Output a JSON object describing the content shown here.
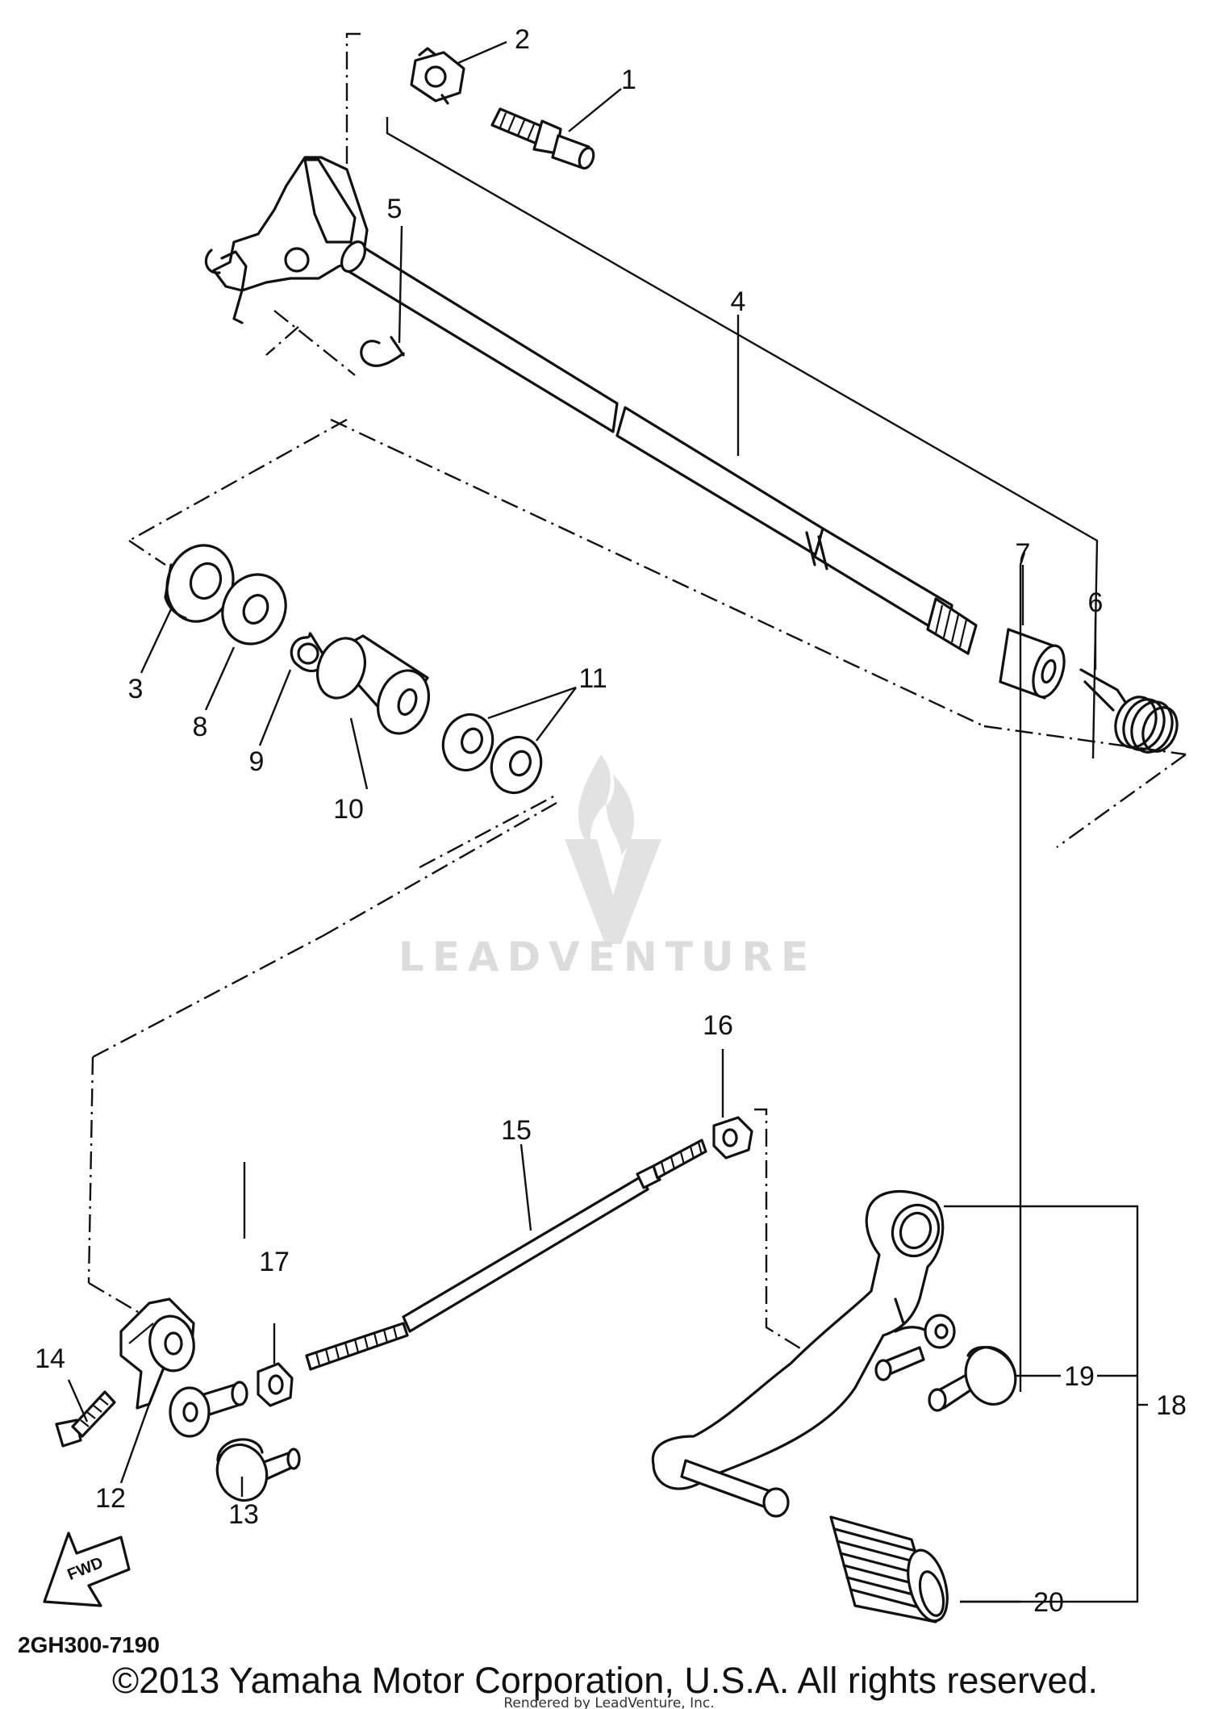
{
  "diagram": {
    "part_callouts": [
      {
        "id": "p1",
        "label": "1"
      },
      {
        "id": "p2",
        "label": "2"
      },
      {
        "id": "p3",
        "label": "3"
      },
      {
        "id": "p4",
        "label": "4"
      },
      {
        "id": "p5",
        "label": "5"
      },
      {
        "id": "p6",
        "label": "6"
      },
      {
        "id": "p7",
        "label": "7"
      },
      {
        "id": "p8",
        "label": "8"
      },
      {
        "id": "p9",
        "label": "9"
      },
      {
        "id": "p10",
        "label": "10"
      },
      {
        "id": "p11",
        "label": "11"
      },
      {
        "id": "p12",
        "label": "12"
      },
      {
        "id": "p13",
        "label": "13"
      },
      {
        "id": "p14",
        "label": "14"
      },
      {
        "id": "p15",
        "label": "15"
      },
      {
        "id": "p16",
        "label": "16"
      },
      {
        "id": "p17",
        "label": "17"
      },
      {
        "id": "p18",
        "label": "18"
      },
      {
        "id": "p19",
        "label": "19"
      },
      {
        "id": "p20",
        "label": "20"
      }
    ],
    "fwd_label": "FWD",
    "diagram_code": "2GH300-7190"
  },
  "watermark": {
    "brand": "LEADVENTURE"
  },
  "footer": {
    "copyright": "©2013 Yamaha Motor Corporation, U.S.A. All rights reserved.",
    "rendered_by": "Rendered by LeadVenture, Inc."
  },
  "colors": {
    "ink": "#111111",
    "background": "#ffffff",
    "watermark": "#dcdcdc"
  }
}
